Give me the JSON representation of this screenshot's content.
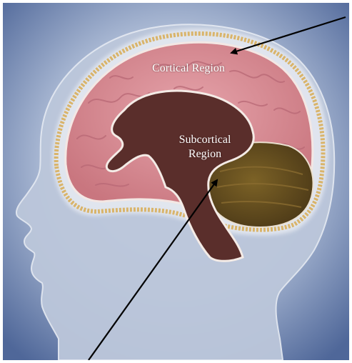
{
  "labels": {
    "cortical": "Cortical Region",
    "subcortical_line1": "Subcortical",
    "subcortical_line2": "Region"
  },
  "colors": {
    "background_light": "#c9d3e6",
    "background_dark": "#4f6799",
    "head_fill": "#bcc7db",
    "skull": "#d9b46a",
    "cortex": "#d98f98",
    "cortex_fold": "#b86875",
    "subcortical": "#5a2e2b",
    "cerebellum": "#6b5120",
    "arrow": "#000000"
  }
}
